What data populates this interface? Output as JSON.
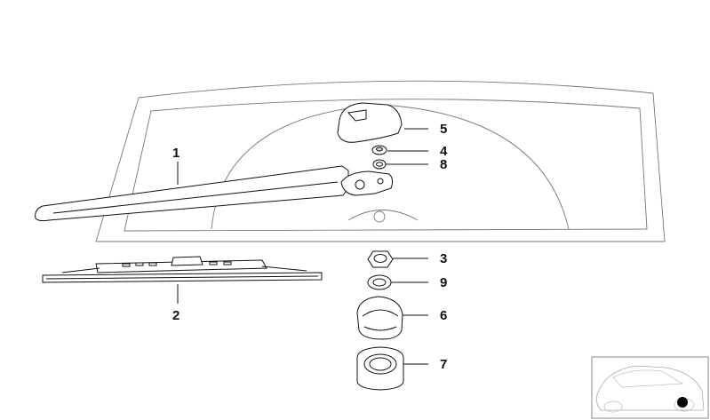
{
  "diagram": {
    "callouts": [
      {
        "id": "1",
        "label": "1"
      },
      {
        "id": "2",
        "label": "2"
      },
      {
        "id": "3",
        "label": "3"
      },
      {
        "id": "4",
        "label": "4"
      },
      {
        "id": "5",
        "label": "5"
      },
      {
        "id": "6",
        "label": "6"
      },
      {
        "id": "7",
        "label": "7"
      },
      {
        "id": "8",
        "label": "8"
      },
      {
        "id": "9",
        "label": "9"
      }
    ]
  },
  "colors": {
    "line": "#111111",
    "glass": "#777777",
    "fill": "#ffffff",
    "shade": "#cfcfcf",
    "marker": "#000000"
  }
}
